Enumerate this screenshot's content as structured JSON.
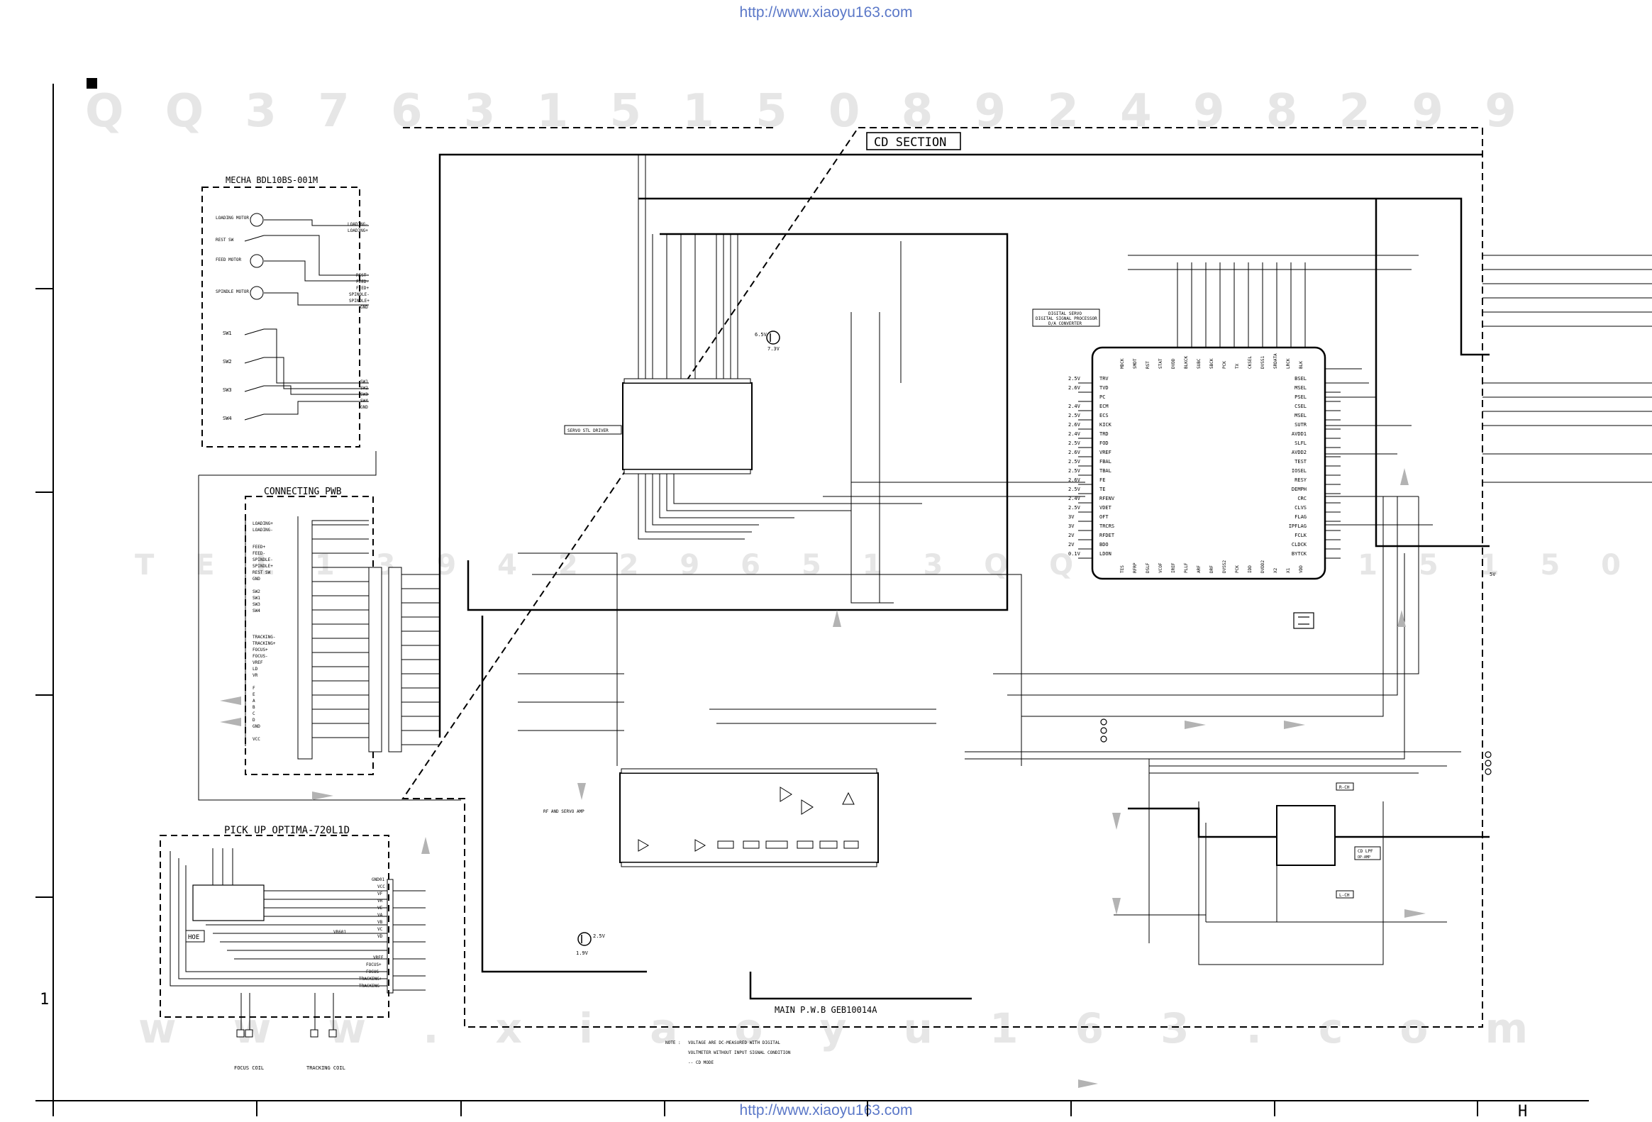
{
  "header": {
    "url_top": "http://www.xiaoyu163.com",
    "url_bottom": "http://www.xiaoyu163.com"
  },
  "watermark": {
    "row_top": "Q Q 3 7 6 3 1 5 1 5 0 8 9 2 4 9 8 2 9 9",
    "row_mid": "T E L 1 3 9 4 2 2 9 6 5 1 3 Q Q 3 7 6 3 1 5 1 5 0 8 9 2",
    "row_bot": "w w w . x i a o y u 1 6 3 . c o m"
  },
  "frame": {
    "row_marker": "1",
    "column_marker": "H"
  },
  "sections": {
    "cd_section": "CD SECTION",
    "mecha": "MECHA BDL10BS-001M",
    "connecting": "CONNECTING PWB",
    "pickup": "PICK UP  OPTIMA-720L1D",
    "main_pwb": "MAIN  P.W.B  GEB10014A"
  },
  "chips": {
    "servo_driver": "SERVO STL DRIVER",
    "dsp_line1": "DIGITAL SERVO",
    "dsp_line2": "DIGITAL SIGNAL PROCESSOR",
    "dsp_line3": "D/A CONVERTER",
    "rf_amp": "RF AND SERVO AMP",
    "lpf": "CD LPF",
    "lpf_sub": "OP-AMP",
    "ldd": "HOE",
    "ch_r": "R-CH",
    "ch_l": "L-CH"
  },
  "mecha": {
    "labels": [
      "LOADING MOTOR",
      "REST SW",
      "FEED MOTOR",
      "SPINDLE MOTOR",
      "SW1",
      "SW2",
      "SW3",
      "SW4"
    ],
    "nets": [
      "LOADING-",
      "LOADING+",
      "REST",
      "FEED-",
      "FEED+",
      "SPINDLE-",
      "SPINDLE+",
      "GND",
      "SW1",
      "SW2",
      "SW3",
      "SW4",
      "GND"
    ]
  },
  "connector_pins": [
    "LOADING+",
    "LOADING-",
    "FEED+",
    "FEED-",
    "SPINDLE-",
    "SPINDLE+",
    "REST SW",
    "GND",
    "SW2",
    "SW1",
    "SW3",
    "SW4",
    "TRACKING-",
    "TRACKING+",
    "FOCUS+",
    "FOCUS-",
    "VREF",
    "LD",
    "VR",
    "F",
    "E",
    "A",
    "B",
    "C",
    "D",
    "GND",
    "VCC"
  ],
  "pickup": {
    "pins": [
      "GND01",
      "VCC",
      "VF",
      "VR",
      "VE",
      "VA",
      "VB",
      "VC",
      "VD",
      "VREF",
      "FOCUS+",
      "FOCUS-",
      "TRACKING+",
      "TRACKING-"
    ],
    "coils": [
      "FOCUS COIL",
      "TRACKING COIL"
    ],
    "vr_label": "VR601"
  },
  "dsp_pins": {
    "left": [
      "TRV",
      "TVD",
      "PC",
      "ECM",
      "ECS",
      "KICK",
      "TRD",
      "FOD",
      "VREF",
      "FBAL",
      "TBAL",
      "FE",
      "TE",
      "RFENV",
      "VDET",
      "OFT",
      "TRCRS",
      "RFDET",
      "BDO",
      "LDON"
    ],
    "right": [
      "BSEL",
      "MSEL",
      "PSEL",
      "CSEL",
      "MSEL",
      "SUTR",
      "AVDD1",
      "SLFL",
      "AVDD2",
      "TEST",
      "IOSEL",
      "RESY",
      "DEMPH",
      "CRC",
      "CLVS",
      "FLAG",
      "IPFLAG",
      "FCLK",
      "CLDCK",
      "BYTCK"
    ],
    "top": [
      "MDCK",
      "SMDT",
      "RST",
      "STAT",
      "DVDD",
      "BLKCK",
      "SUBC",
      "SBCK",
      "PCK",
      "TX",
      "CKSEL",
      "DVSS1",
      "SRDATA",
      "LRCK",
      "BLK"
    ],
    "bottom": [
      "TES",
      "RFRP",
      "DSLF",
      "VCOF",
      "IREF",
      "PLLF",
      "ARF",
      "DRF",
      "DVSS2",
      "PCK",
      "IDD",
      "DVDD2",
      "X2",
      "X1",
      "VDD"
    ]
  },
  "voltages": [
    "2.5V",
    "2.6V",
    "2.4V",
    "2.5V",
    "2.6V",
    "2.4V",
    "2.5V",
    "2.6V",
    "2.5V",
    "2.5V",
    "2.6V",
    "2.5V",
    "2.4V",
    "2.5V",
    "3V",
    "3V",
    "2V",
    "2V",
    "0.1V",
    "5V"
  ],
  "transistors": {
    "q1": "6.5V",
    "q1b": "7.3V",
    "q2": "2.5V",
    "q2b": "1.9V"
  },
  "notes": {
    "prefix": "NOTE :",
    "line1": "VOLTAGE ARE DC-MEASURED WITH DIGITAL",
    "line2": "VOLTMETER WITHOUT INPUT SIGNAL CONDITION",
    "line3": "-- CD MODE"
  },
  "colors": {
    "ink": "#000000",
    "watermark": "#e6e6e6",
    "arrow": "#b3b3b3",
    "url": "#5b78c8"
  }
}
